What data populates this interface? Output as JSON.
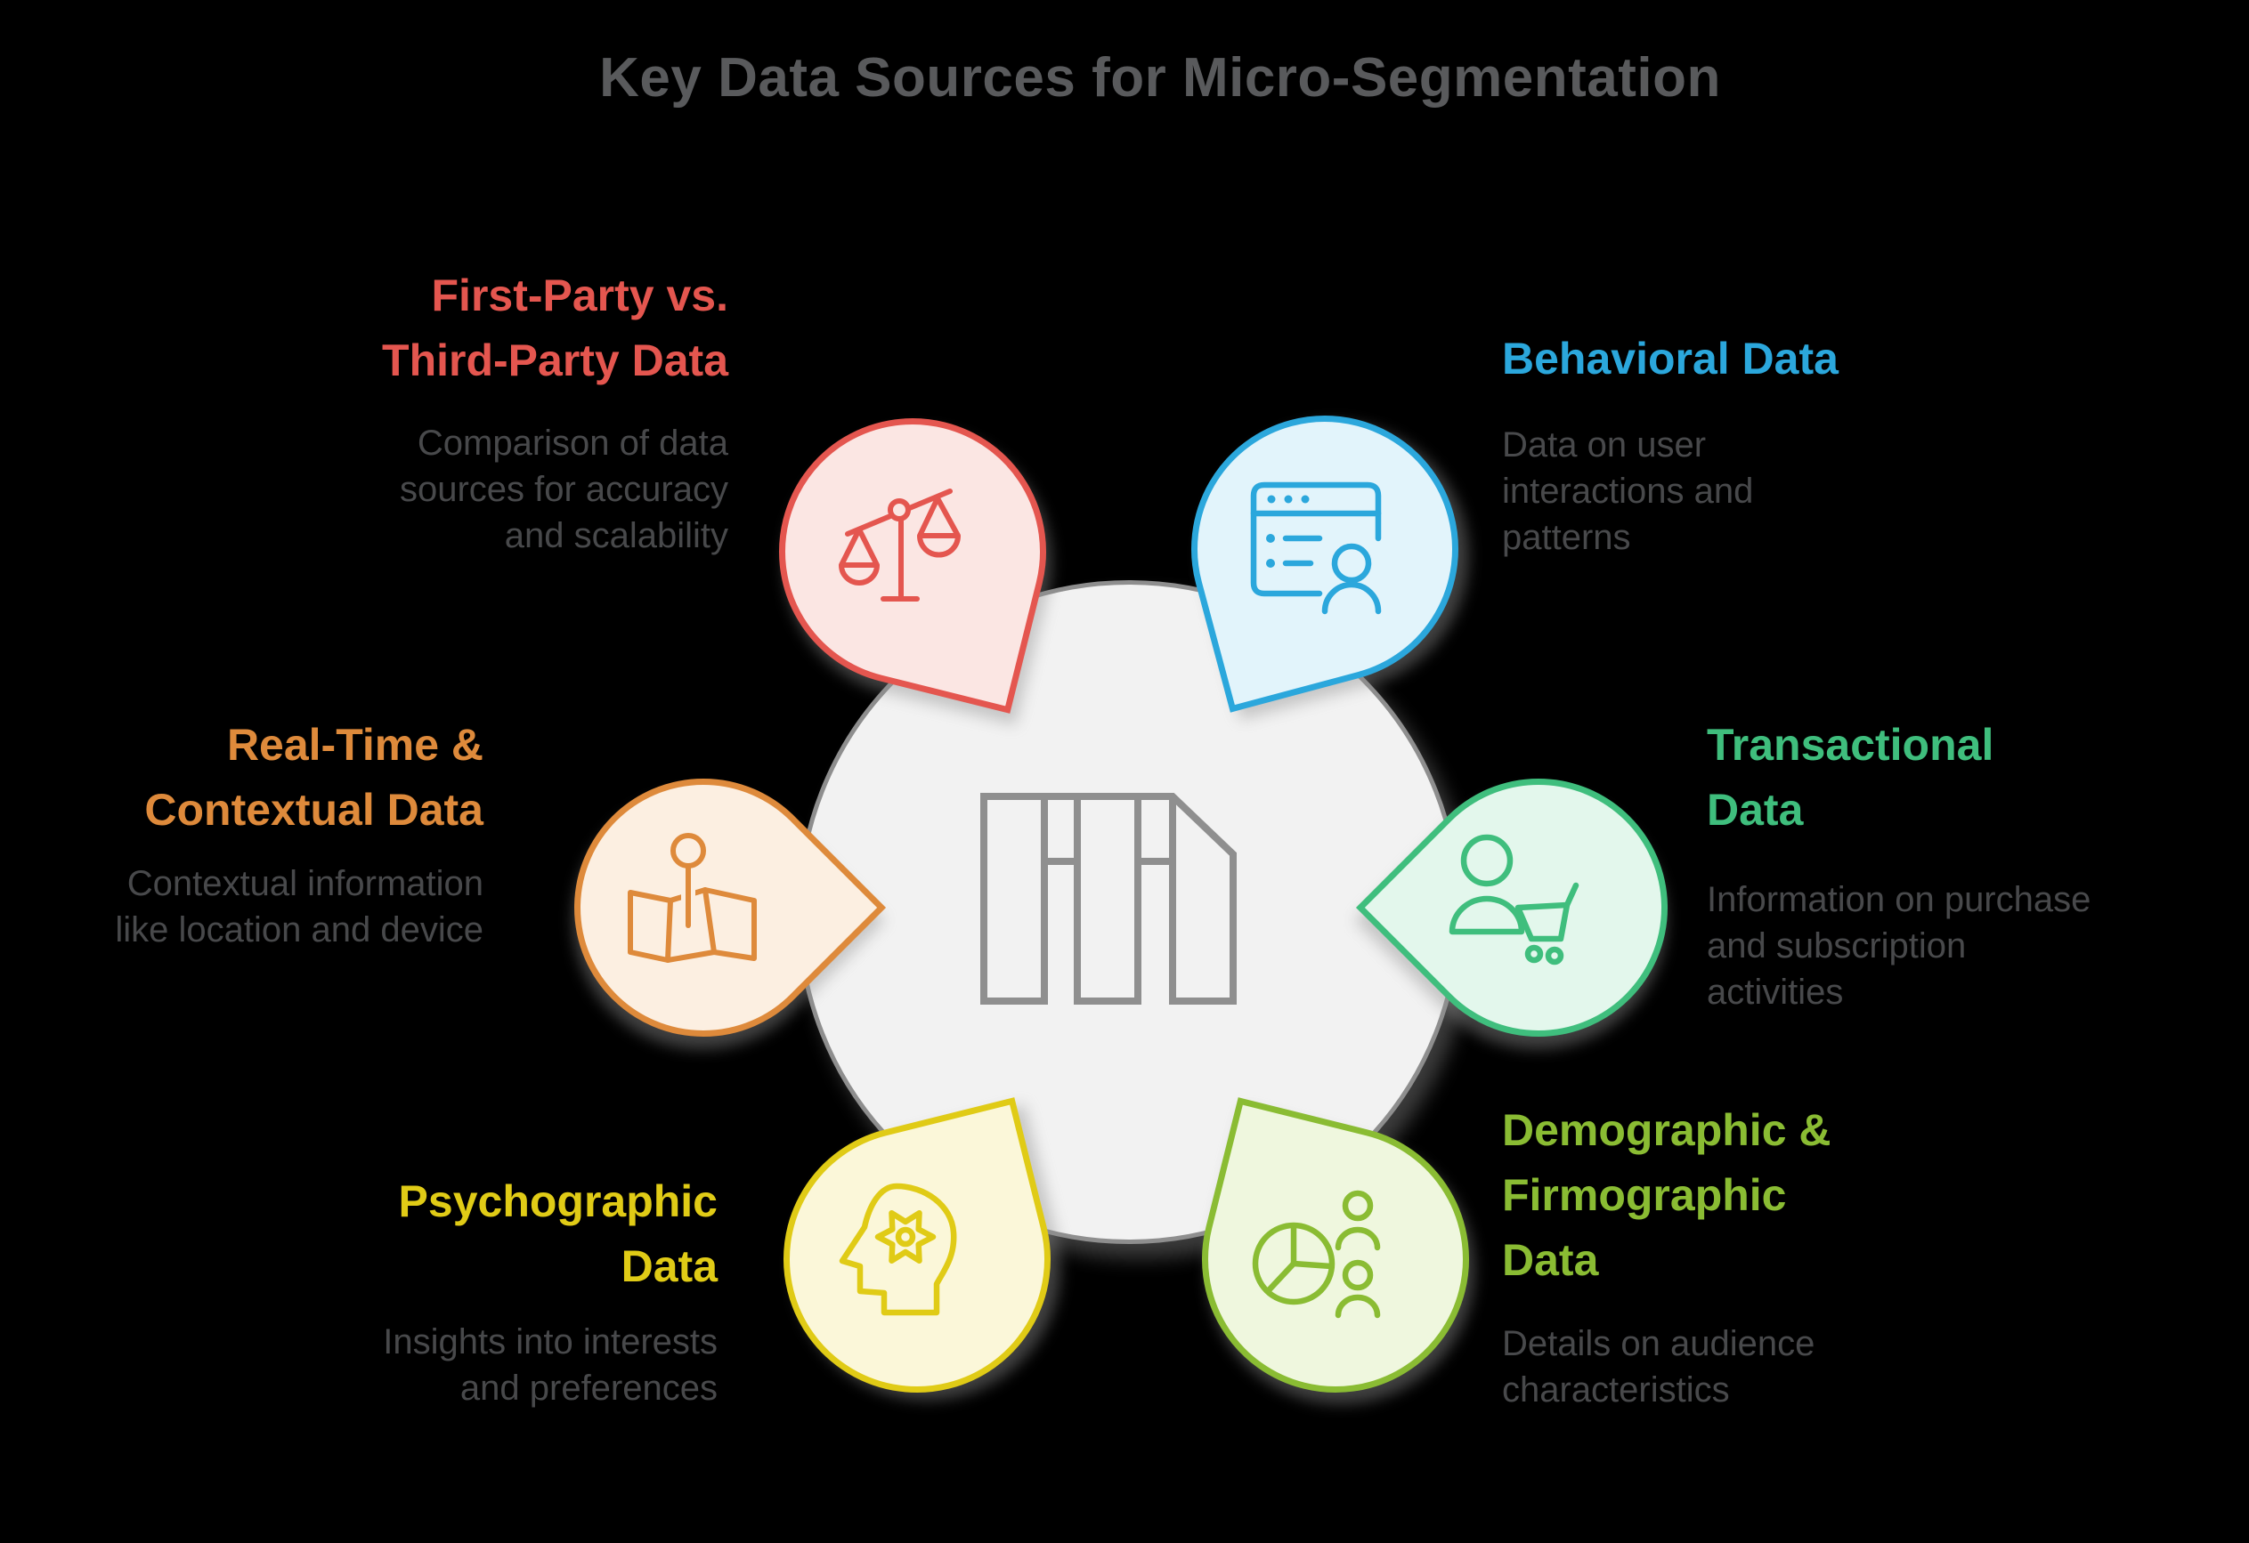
{
  "title": "Key Data Sources for Micro-Segmentation",
  "palette": {
    "background": "#000000",
    "title_color": "#595A5C",
    "description_color": "#48494B",
    "circle_fill": "#F2F2F2",
    "circle_stroke": "#8E8E8E",
    "logo_stroke": "#8F8F8F"
  },
  "center": {
    "logo": "stacked-data-files-logo"
  },
  "items": [
    {
      "key": "first-party",
      "heading": "First-Party vs.\nThird-Party Data",
      "description": "Comparison of data\nsources for accuracy\nand scalability",
      "accent": "#E4564F",
      "fill": "#FBE6E3",
      "icon": "balance-scale-icon"
    },
    {
      "key": "behavioral",
      "heading": "Behavioral Data",
      "description": "Data on user\ninteractions and\npatterns",
      "accent": "#2BA7DC",
      "fill": "#E2F4FB",
      "icon": "browser-user-icon"
    },
    {
      "key": "real-time",
      "heading": "Real-Time &\nContextual Data",
      "description": "Contextual information\nlike location and device",
      "accent": "#DE8A3B",
      "fill": "#FCEFE1",
      "icon": "map-pin-icon"
    },
    {
      "key": "transactional",
      "heading": "Transactional\nData",
      "description": "Information on purchase\nand subscription\nactivities",
      "accent": "#3FBE7D",
      "fill": "#E3F7EC",
      "icon": "user-cart-icon"
    },
    {
      "key": "psychographic",
      "heading": "Psychographic\nData",
      "description": "Insights into interests\nand preferences",
      "accent": "#E0CB16",
      "fill": "#FBF7D9",
      "icon": "head-gear-icon"
    },
    {
      "key": "demographic",
      "heading": "Demographic &\nFirmographic\nData",
      "description": "Details on audience\ncharacteristics",
      "accent": "#8ABC33",
      "fill": "#EFF7DE",
      "icon": "pie-users-icon"
    }
  ]
}
